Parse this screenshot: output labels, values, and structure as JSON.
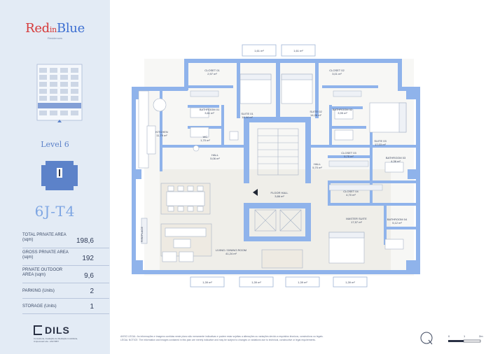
{
  "brand": {
    "part1": "Red",
    "part2": "in",
    "part3": "Blue",
    "sub": "Residences"
  },
  "level": "Level 6",
  "unit": "6J-T4",
  "stats": [
    {
      "label": "TOTAL PRIVATE AREA (sqm)",
      "value": "198,6"
    },
    {
      "label": "GROSS PRIVATE AREA (sqm)",
      "value": "192"
    },
    {
      "label": "PRIVATE OUTDOOR AREA (sqm)",
      "value": "9,6"
    },
    {
      "label": "PARKING (Units)",
      "value": "2"
    },
    {
      "label": "STORAGE (Units)",
      "value": "1"
    }
  ],
  "developer": {
    "name": "DILS",
    "sub": "Consultoria, Avaliação de Mediação Imobiliária, Unipessoal Lda - AMI 5857"
  },
  "rooms": {
    "closet01": {
      "name": "CLOSET 01",
      "area": "2,97 m²"
    },
    "closet02": {
      "name": "CLOSET 02",
      "area": "3,01 m²"
    },
    "bath01": {
      "name": "BATHROOM 01",
      "area": "3,61 m²"
    },
    "suite01": {
      "name": "SUITE 01",
      "area": "14,44 m²"
    },
    "suite02": {
      "name": "SUITE 02",
      "area": "14,26 m²"
    },
    "bath02": {
      "name": "BATHROOM 02",
      "area": "3,95 m²"
    },
    "kitchen": {
      "name": "KITCHEN",
      "area": "11,79 m²"
    },
    "wc": {
      "name": "WC",
      "area": "1,70 m²"
    },
    "suite03": {
      "name": "SUITE 03",
      "area": "17,03 m²"
    },
    "closet03": {
      "name": "CLOSET 03",
      "area": "5,75 m²"
    },
    "hallL": {
      "name": "HALL",
      "area": "5,06 m²"
    },
    "hallR": {
      "name": "HALL",
      "area": "5,70 m²"
    },
    "bath03": {
      "name": "BATHROOM 03",
      "area": "4,36 m²"
    },
    "floorhall": {
      "name": "FLOOR HALL",
      "area": "3,86 m²"
    },
    "closet04": {
      "name": "CLOSET 04",
      "area": "4,70 m²"
    },
    "fireplace": {
      "name": "FIREPLACE"
    },
    "master": {
      "name": "MASTER SUITE",
      "area": "17,57 m²"
    },
    "bath04": {
      "name": "BATHROOM 04",
      "area": "5,12 m²"
    },
    "living": {
      "name": "LIVING / DINING ROOM",
      "area": "41,24 m²"
    }
  },
  "balconies": {
    "top": [
      "1,61 m²",
      "1,61 m²"
    ],
    "bottom": [
      "1,39 m²",
      "1,39 m²",
      "1,39 m²",
      "1,39 m²"
    ]
  },
  "disclaimer": {
    "pt": "AVISO LEGAL: As informações e imagens contidas neste plano são meramente indicativas e podem estar sujeitas a alterações ou variações devido a requisitos técnicos, construtivos ou legais.",
    "en": "LEGAL NOTICE: The information and images contained in this plan are merely indicative and may be subject to changes or variations due to technical, constructive or legal requirements."
  },
  "scale": {
    "zero": "0",
    "one": "1",
    "two": "2m"
  },
  "colors": {
    "wall": "#8fb3eb",
    "sidebar": "#e3ebf5",
    "accent": "#5c82c9",
    "brandRed": "#d63a3a"
  }
}
